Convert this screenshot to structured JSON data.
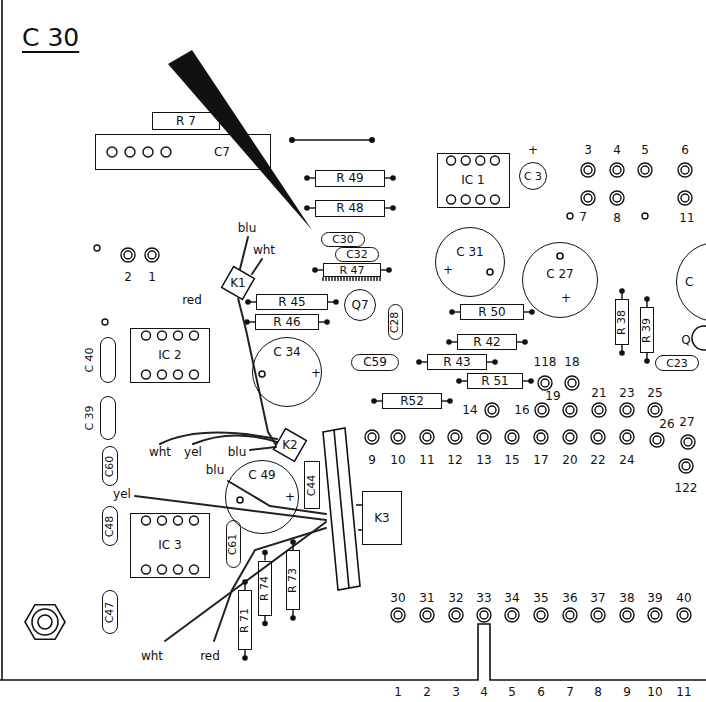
{
  "diagram": {
    "title": "C 30",
    "nodes": [
      {
        "text": [
          "R 7"
        ]
      },
      {
        "text": [
          "C7"
        ]
      },
      {
        "text": [
          "R 49"
        ]
      },
      {
        "text": [
          "R 48"
        ]
      },
      {
        "text": [
          "IC 1"
        ]
      },
      {
        "text": [
          "C 3"
        ]
      },
      {
        "text": [
          "C30"
        ]
      },
      {
        "text": [
          "C32"
        ]
      },
      {
        "text": [
          "R 47"
        ]
      },
      {
        "text": [
          "K1"
        ]
      },
      {
        "text": [
          "R 45"
        ]
      },
      {
        "text": [
          "R 46"
        ]
      },
      {
        "text": [
          "Q7"
        ]
      },
      {
        "text": [
          "C28"
        ]
      },
      {
        "text": [
          "C 31"
        ]
      },
      {
        "text": [
          "C 27"
        ]
      },
      {
        "text": [
          "C"
        ]
      },
      {
        "text": [
          "R 50"
        ]
      },
      {
        "text": [
          "R 38"
        ]
      },
      {
        "text": [
          "R 39"
        ]
      },
      {
        "text": [
          "C23"
        ]
      },
      {
        "text": [
          "R 42"
        ]
      },
      {
        "text": [
          "C59"
        ]
      },
      {
        "text": [
          "R 43"
        ]
      },
      {
        "text": [
          "R 51"
        ]
      },
      {
        "text": [
          "R52"
        ]
      },
      {
        "text": [
          "C 40"
        ]
      },
      {
        "text": [
          "IC 2"
        ]
      },
      {
        "text": [
          "C 34"
        ]
      },
      {
        "text": [
          "C 39"
        ]
      },
      {
        "text": [
          "C60"
        ]
      },
      {
        "text": [
          "K2"
        ]
      },
      {
        "text": [
          "C 49"
        ]
      },
      {
        "text": [
          "C44"
        ]
      },
      {
        "text": [
          "K3"
        ]
      },
      {
        "text": [
          "C48"
        ]
      },
      {
        "text": [
          "IC 3"
        ]
      },
      {
        "text": [
          "C61"
        ]
      },
      {
        "text": [
          "R 74"
        ]
      },
      {
        "text": [
          "R 73"
        ]
      },
      {
        "text": [
          "R 71"
        ]
      },
      {
        "text": [
          "C47"
        ]
      }
    ],
    "edges": [
      {
        "from": 9,
        "to": 31,
        "arrow": "none"
      }
    ],
    "labels": [
      "blu",
      "wht",
      "red",
      "2",
      "1",
      "+",
      "3",
      "4",
      "5",
      "6",
      "7",
      "8",
      "11",
      "118",
      "18",
      "19",
      "21",
      "23",
      "25",
      "14",
      "16",
      "26",
      "27",
      "9",
      "10",
      "11",
      "12",
      "13",
      "15",
      "17",
      "20",
      "22",
      "24",
      "122",
      "wht",
      "yel",
      "blu",
      "yel",
      "blu",
      "wht",
      "red",
      "30",
      "31",
      "32",
      "33",
      "34",
      "35",
      "36",
      "37",
      "38",
      "39",
      "40",
      "1",
      "2",
      "3",
      "4",
      "5",
      "6",
      "7",
      "8",
      "9",
      "10",
      "11",
      "Q",
      "+",
      "+",
      "+",
      "+"
    ]
  }
}
